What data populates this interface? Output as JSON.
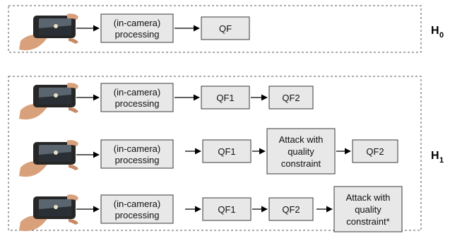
{
  "hypotheses": {
    "h0": {
      "main": "H",
      "sub": "0"
    },
    "h1": {
      "main": "H",
      "sub": "1"
    }
  },
  "rows": [
    {
      "processing": [
        "(in-camera)",
        "processing"
      ],
      "qf": "QF"
    },
    {
      "processing": [
        "(in-camera)",
        "processing"
      ],
      "qf1": "QF1",
      "qf2": "QF2"
    },
    {
      "processing": [
        "(in-camera)",
        "processing"
      ],
      "qf1": "QF1",
      "attack": [
        "Attack with",
        "quality",
        "constraint"
      ],
      "qf2": "QF2"
    },
    {
      "processing": [
        "(in-camera)",
        "processing"
      ],
      "qf1": "QF1",
      "qf2": "QF2",
      "attack": [
        "Attack with",
        "quality",
        "constraint*"
      ]
    }
  ],
  "colors": {
    "box_fill": "#e8e8e8",
    "box_stroke": "#3a3a3a",
    "dash_stroke": "#555555",
    "arrow": "#000000"
  },
  "icons": {
    "camera": "hand-holding-smartphone-icon"
  }
}
